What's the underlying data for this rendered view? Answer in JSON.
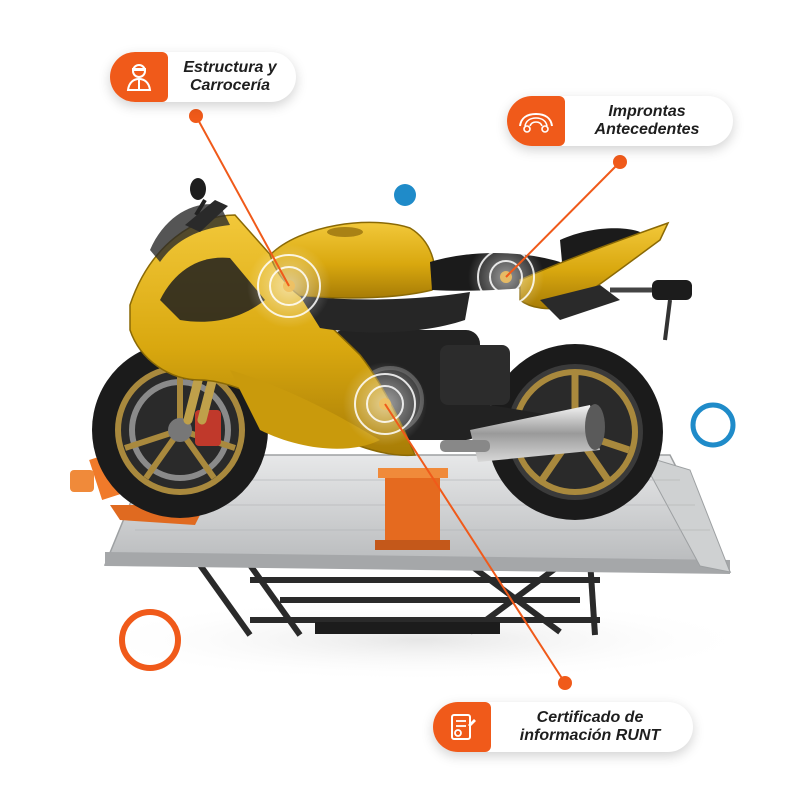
{
  "callouts": [
    {
      "id": "structure",
      "line1": "Estructura y",
      "line2": "Carrocería",
      "icon": "mechanic-icon"
    },
    {
      "id": "imprints",
      "line1": "Improntas",
      "line2": "Antecedentes",
      "icon": "fingerprint-car-icon"
    },
    {
      "id": "certificate",
      "line1": "Certificado de",
      "line2": "información RUNT",
      "icon": "certificate-document-icon"
    }
  ],
  "colors": {
    "accent_orange": "#f05a1a",
    "accent_blue": "#1f8bc9",
    "bike_yellow": "#d9a80f",
    "bike_dark": "#1d1d1d",
    "lift_metal": "#c9cbcc"
  }
}
